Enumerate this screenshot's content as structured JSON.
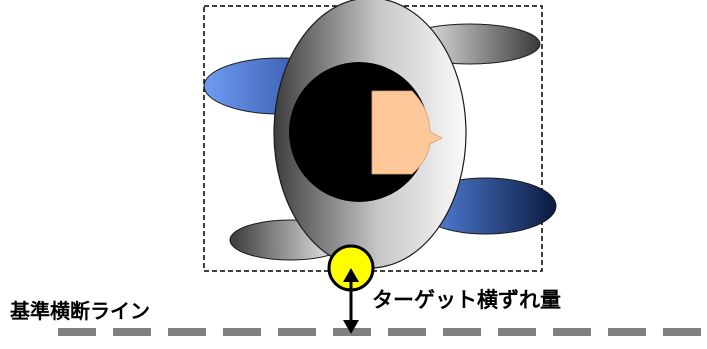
{
  "labels": {
    "reference_line": "基準横断ライン",
    "target_offset": "ターゲット横ずれ量"
  },
  "colors": {
    "background": "#ffffff",
    "blue_wing": "#4f82e6",
    "blue_wing_dark": "#0a1a40",
    "body_light": "#f4f4f4",
    "body_dark": "#4a4a4a",
    "head": "#000000",
    "face": "#ffc89a",
    "marker_fill": "#ffff00",
    "marker_stroke": "#000000",
    "dashed_line": "#808080",
    "frame": "#000000"
  },
  "icons": {
    "figure": "top-view-person-icon",
    "marker": "yellow-circle-marker",
    "arrow": "double-headed-arrow"
  }
}
